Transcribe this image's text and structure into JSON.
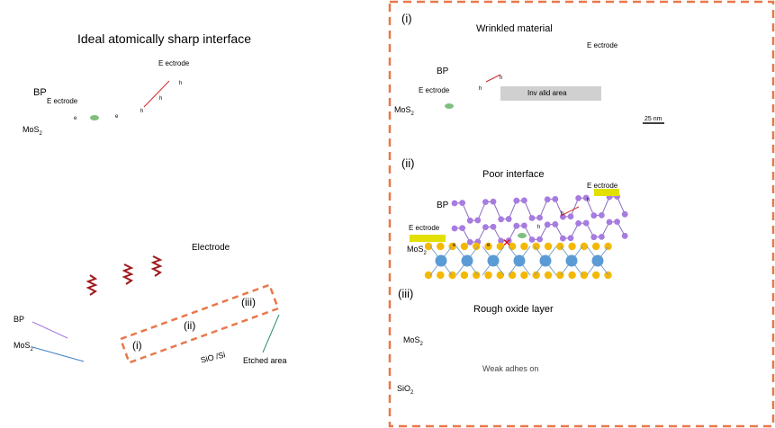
{
  "left": {
    "title": "Ideal atomically sharp interface",
    "label_electrode_top": "E ectrode",
    "label_electrode_left": "E ectrode",
    "label_bp": "BP",
    "label_mos2": "MoS",
    "sub2": "2",
    "carrier_e": "e",
    "carrier_h": "h",
    "label_electrode_mid": "Electrode",
    "label_bp_bottom": "BP",
    "label_mos2_bottom": "MoS",
    "label_sio2_si": "SiO /Si",
    "label_etched": "Etched area",
    "region_i": "(i)",
    "region_ii": "(ii)",
    "region_iii": "(iii)"
  },
  "panel_i": {
    "tag": "(i)",
    "title": "Wrinkled material",
    "electrode_right": "E ectrode",
    "electrode_left": "E ectrode",
    "bp": "BP",
    "mos2": "MoS",
    "invalid": "Inv alid area",
    "scale": "25 nm"
  },
  "panel_ii": {
    "tag": "(ii)",
    "title": "Poor interface",
    "electrode_right": "E ectrode",
    "electrode_left": "E ectrode",
    "bp": "BP",
    "mos2": "MoS",
    "block_mark": "✕"
  },
  "panel_iii": {
    "tag": "(iii)",
    "title": "Rough oxide layer",
    "mos2": "MoS",
    "weak": "Weak adhes on",
    "sio2": "SiO"
  },
  "colors": {
    "dashed_box": "#e8784a",
    "bp_atoms": "#a77be0",
    "mo_atoms": "#5b9bd5",
    "s_atoms": "#f5b800",
    "electrode": "#e2e000",
    "spring": "#a0181c",
    "invalid_area": "#d0d0d0",
    "bp_line": "#a77be0",
    "mos2_line": "#3d7fc4",
    "etched_line": "#2e8b6e"
  }
}
